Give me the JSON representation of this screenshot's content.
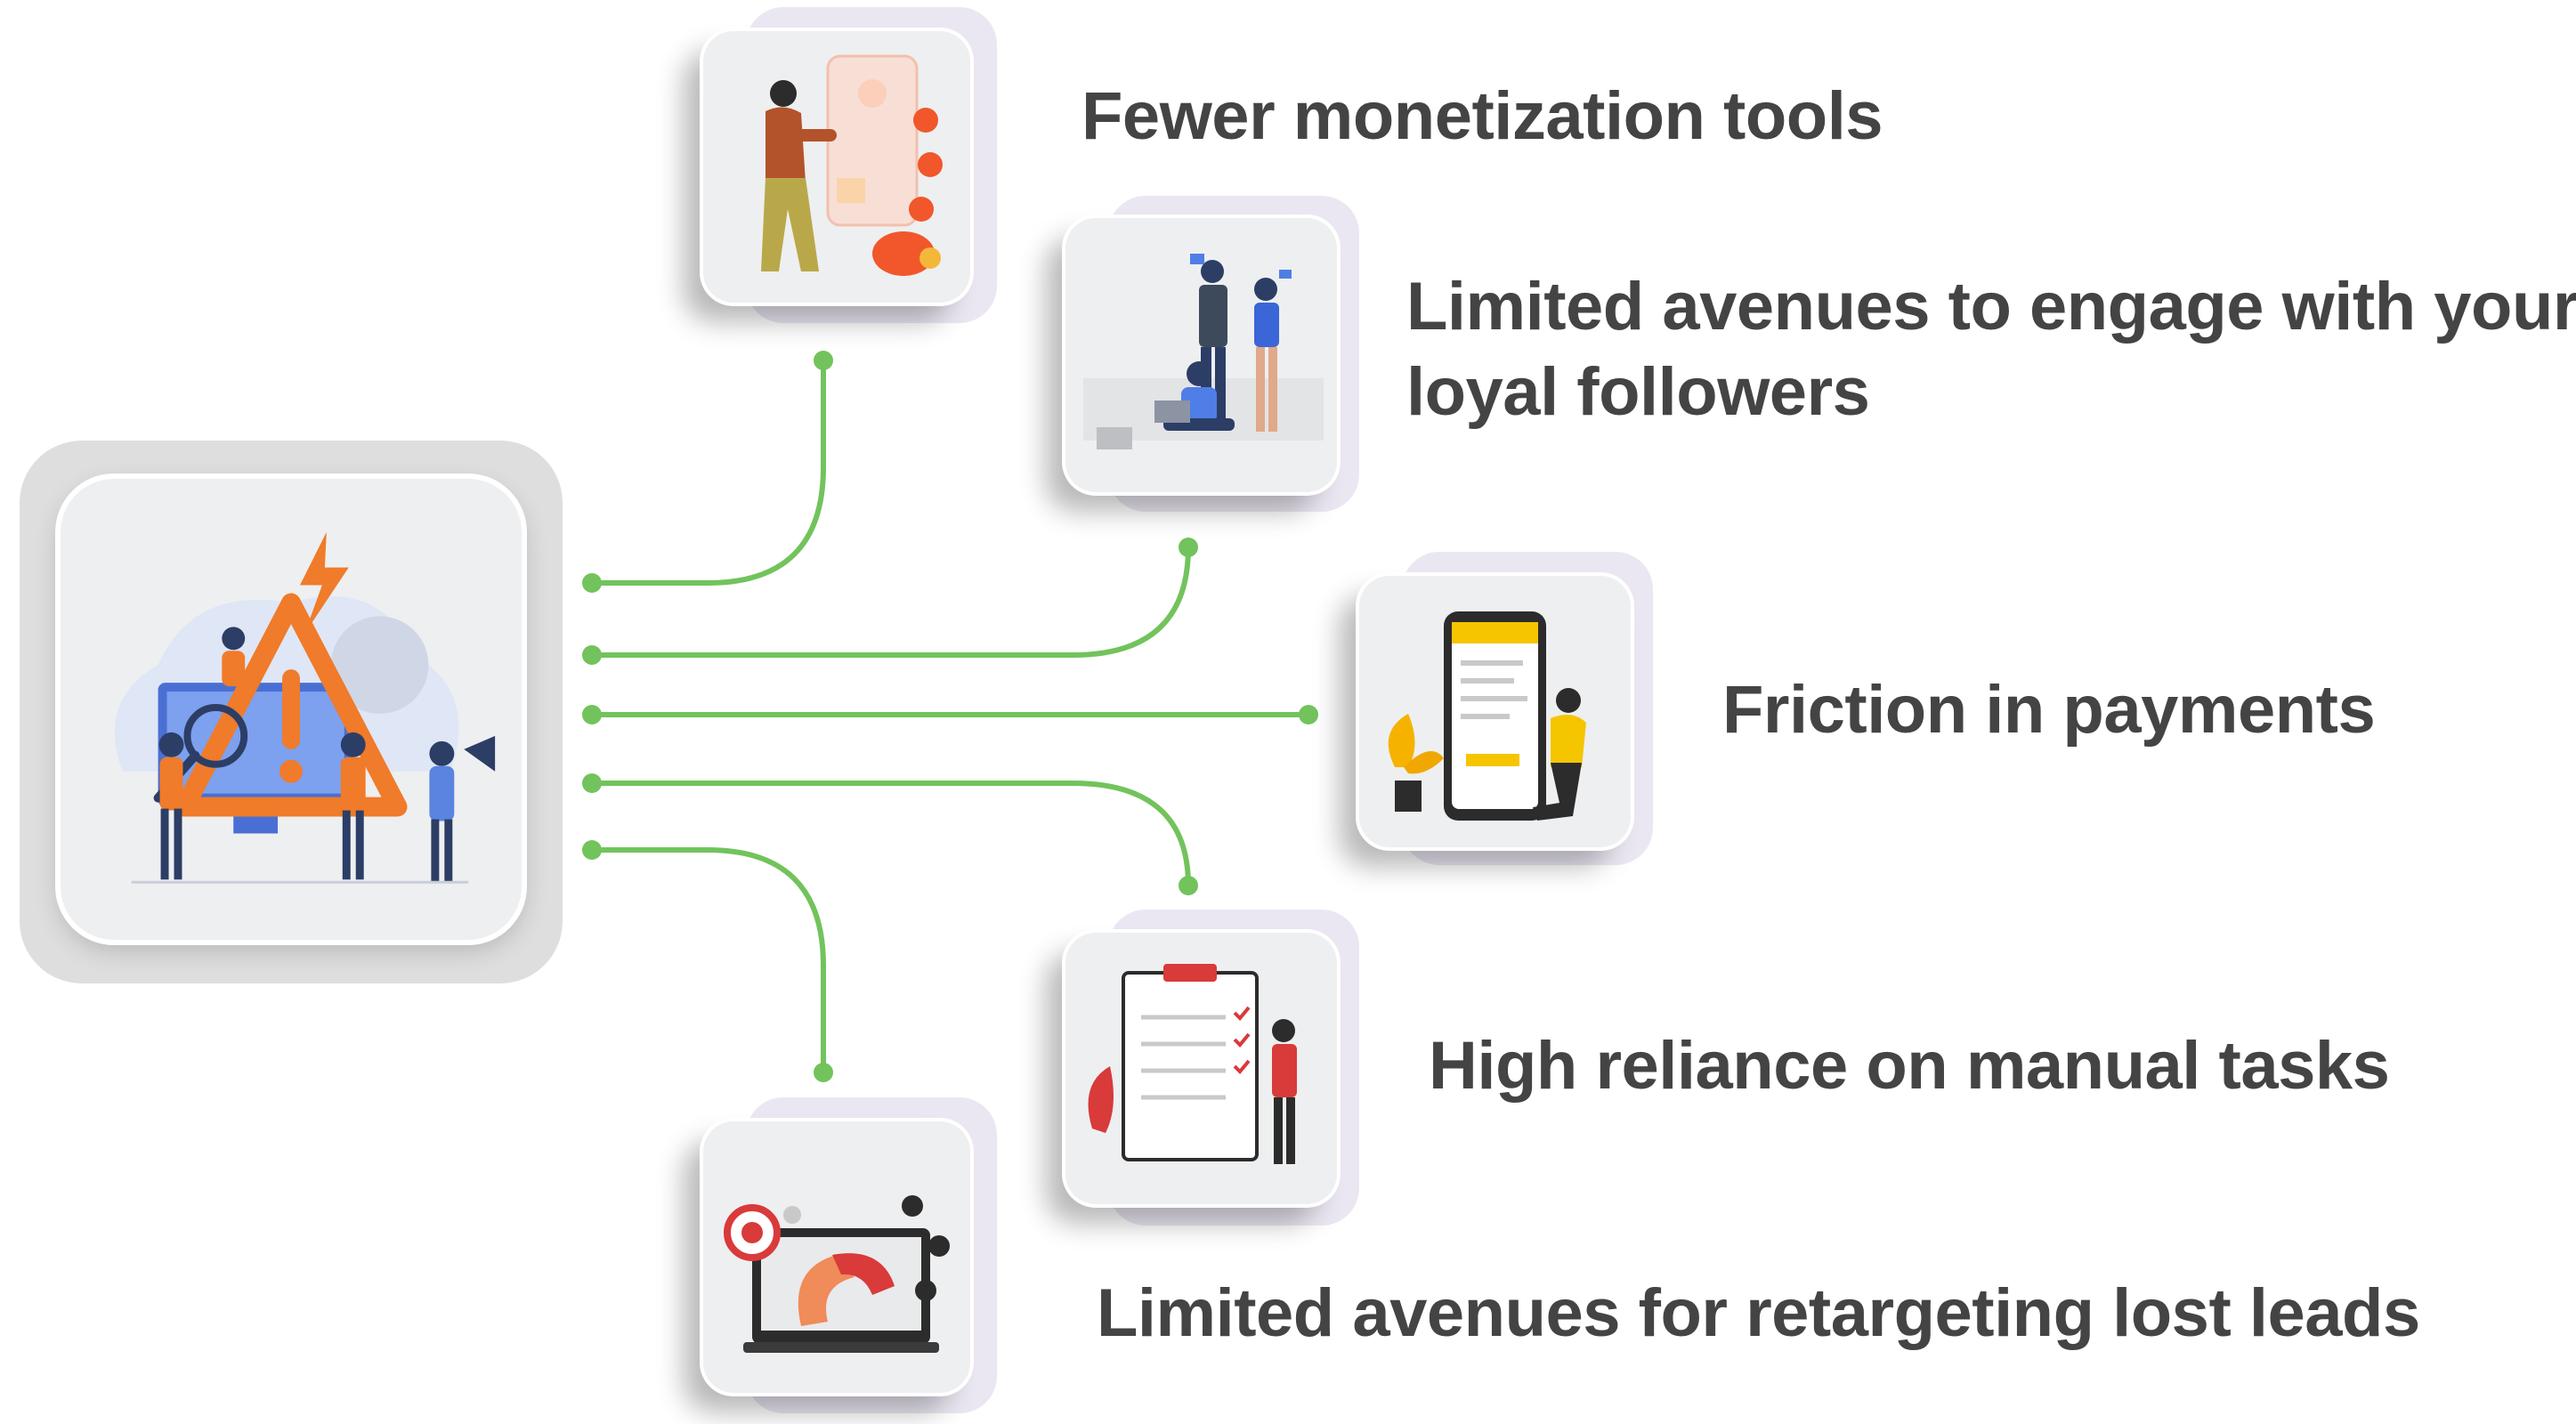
{
  "items": [
    {
      "id": "monetization",
      "label": "Fewer monetization tools",
      "icon": "monetization-illustration-icon"
    },
    {
      "id": "engage",
      "label_line1": "Limited avenues to engage with your",
      "label_line2": "loyal followers",
      "icon": "engage-followers-illustration-icon"
    },
    {
      "id": "payments",
      "label": "Friction in payments",
      "icon": "payments-illustration-icon"
    },
    {
      "id": "manual",
      "label": "High reliance on manual tasks",
      "icon": "manual-tasks-illustration-icon"
    },
    {
      "id": "retargeting",
      "label": "Limited avenues for retargeting lost leads",
      "icon": "retargeting-illustration-icon"
    }
  ],
  "hub": {
    "icon": "warning-alert-illustration-icon"
  },
  "colors": {
    "connector": "#72c35c",
    "text": "#444444",
    "card_back": "#ebe7f2",
    "card_face": "#eeeff0"
  }
}
